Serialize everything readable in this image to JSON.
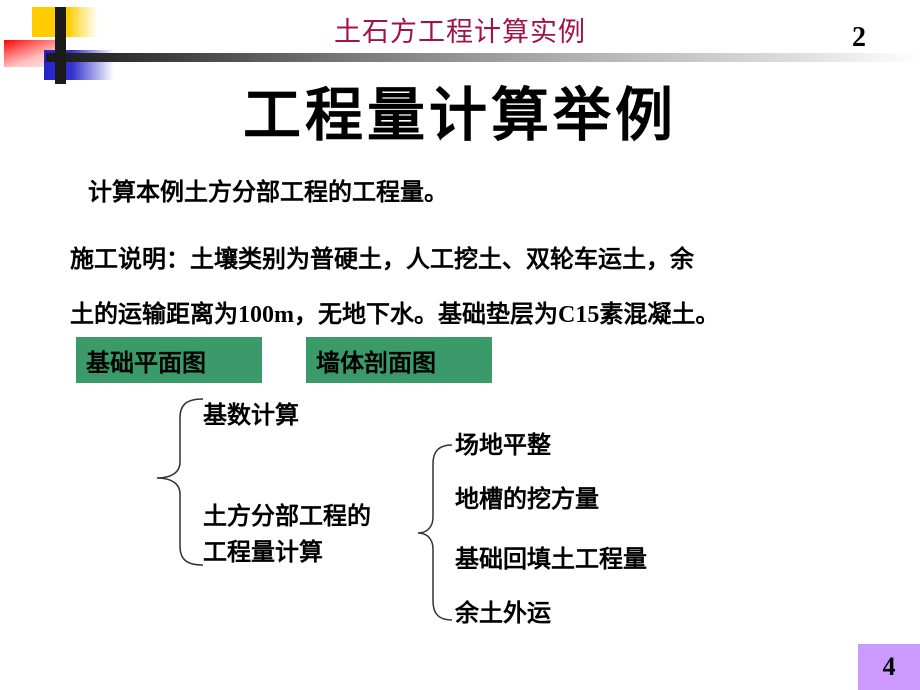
{
  "header": {
    "title": "土石方工程计算实例",
    "page_number": "2",
    "title_color": "#a0134a"
  },
  "main_title": "工程量计算举例",
  "task": "计算本例土方分部工程的工程量。",
  "notes": {
    "line1": "施工说明：土壤类别为普硬土，人工挖土、双轮车运土，余",
    "line2_a": "土的运输距离为",
    "line2_num": "100m",
    "line2_b": "，无地下水。基础垫层为",
    "line2_code": "C15",
    "line2_c": "素混凝土。"
  },
  "buttons": {
    "foundation_plan": "基础平面图",
    "wall_section": "墙体剖面图",
    "color": "#3a9a6a"
  },
  "diagram": {
    "level1": {
      "item1": "基数计算",
      "item2_line1": "土方分部工程的",
      "item2_line2": "工程量计算"
    },
    "level2": {
      "items": [
        "场地平整",
        "地槽的挖方量",
        "基础回填土工程量",
        "余土外运"
      ]
    }
  },
  "footer": {
    "slide_number": "4",
    "box_color": "#cc99ff"
  }
}
